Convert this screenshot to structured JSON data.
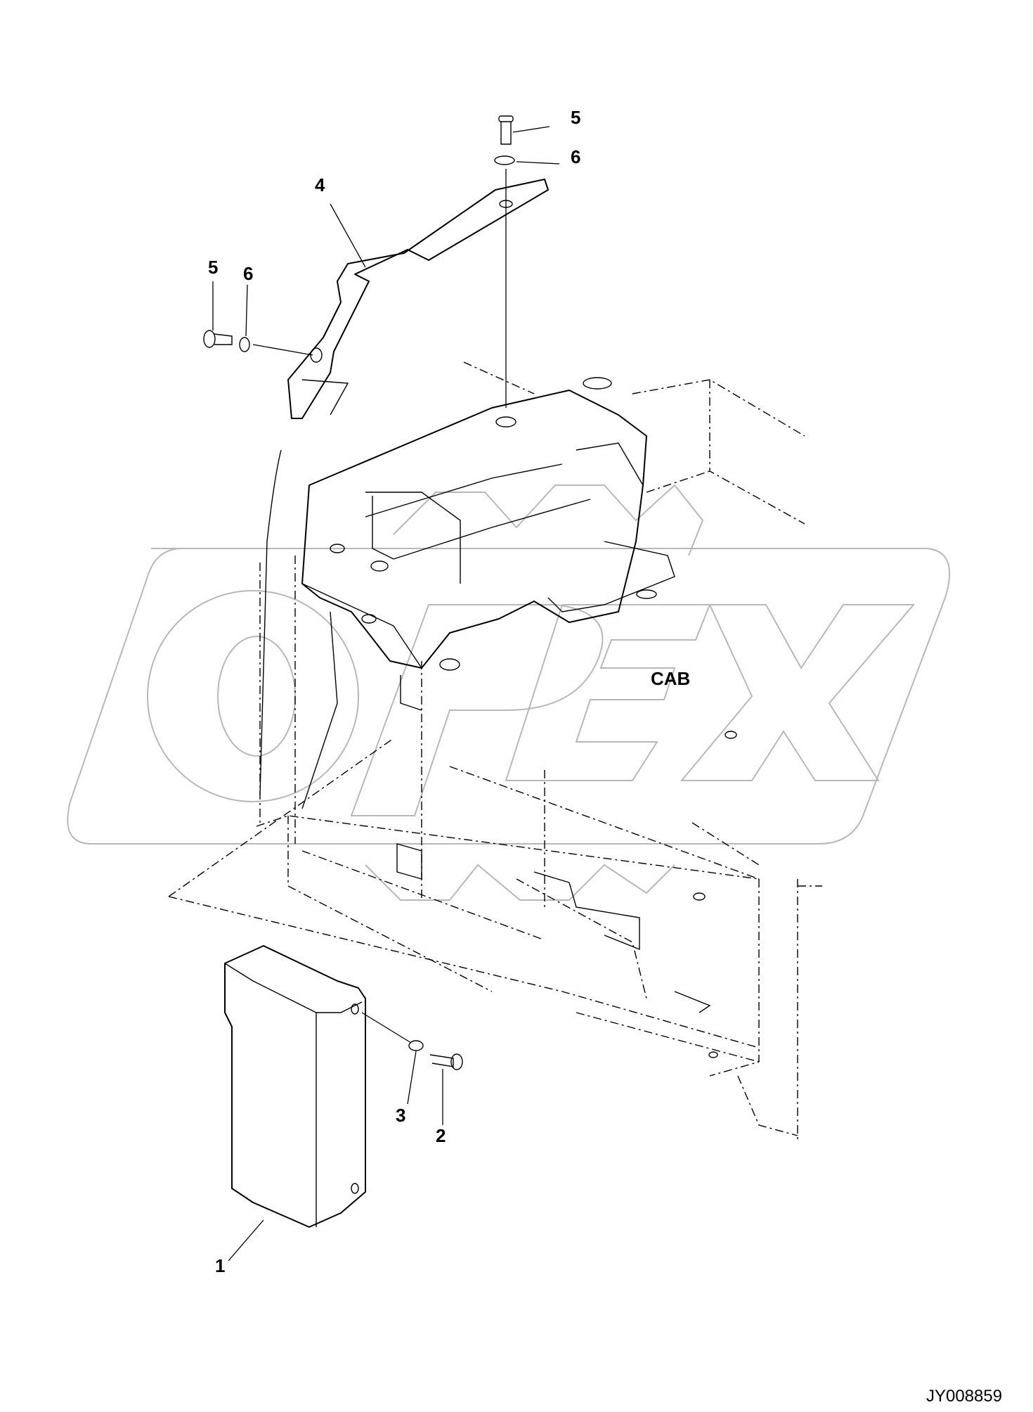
{
  "diagram": {
    "id_code": "JY008859",
    "region_label": "CAB",
    "watermark_text": "OPEX",
    "callouts": [
      {
        "key": "1",
        "label": "1"
      },
      {
        "key": "2",
        "label": "2"
      },
      {
        "key": "3",
        "label": "3"
      },
      {
        "key": "4",
        "label": "4"
      },
      {
        "key": "5a",
        "label": "5"
      },
      {
        "key": "6a",
        "label": "6"
      },
      {
        "key": "5b",
        "label": "5"
      },
      {
        "key": "6b",
        "label": "6"
      }
    ]
  }
}
